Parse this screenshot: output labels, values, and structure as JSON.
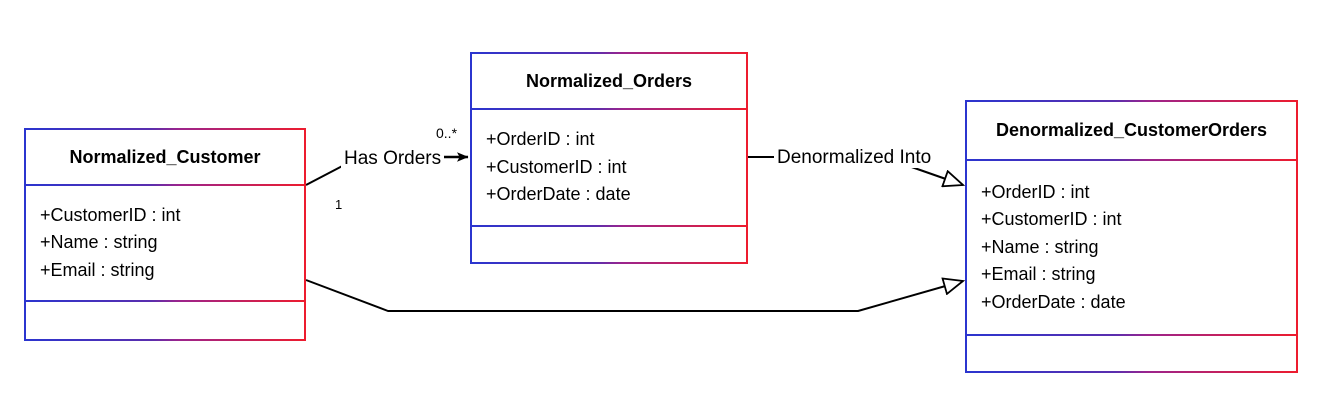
{
  "diagram": {
    "type": "uml-class-diagram",
    "background_color": "#ffffff",
    "border_gradient_start": "#2b35cf",
    "border_gradient_end": "#ed1c2e",
    "line_color": "#000000",
    "classes": [
      {
        "id": "normalized-customer",
        "name": "Normalized_Customer",
        "attributes": [
          "+CustomerID : int",
          "+Name : string",
          "+Email : string"
        ],
        "operations": []
      },
      {
        "id": "normalized-orders",
        "name": "Normalized_Orders",
        "attributes": [
          "+OrderID : int",
          "+CustomerID : int",
          "+OrderDate : date"
        ],
        "operations": []
      },
      {
        "id": "denormalized-customerorders",
        "name": "Denormalized_CustomerOrders",
        "attributes": [
          "+OrderID : int",
          "+CustomerID : int",
          "+Name : string",
          "+Email : string",
          "+OrderDate : date"
        ],
        "operations": []
      }
    ],
    "relationships": [
      {
        "id": "has-orders",
        "label": "Has Orders",
        "from": "normalized-customer",
        "to": "normalized-orders",
        "source_multiplicity": "1",
        "target_multiplicity": "0..*",
        "arrowhead": "filled-arrow"
      },
      {
        "id": "denormalized-into-orders",
        "label": "Denormalized Into",
        "from": "normalized-orders",
        "to": "denormalized-customerorders",
        "source_multiplicity": "",
        "target_multiplicity": "",
        "arrowhead": "hollow-triangle"
      },
      {
        "id": "denormalized-into-customer",
        "label": "",
        "from": "normalized-customer",
        "to": "denormalized-customerorders",
        "source_multiplicity": "",
        "target_multiplicity": "",
        "arrowhead": "hollow-triangle"
      }
    ]
  }
}
